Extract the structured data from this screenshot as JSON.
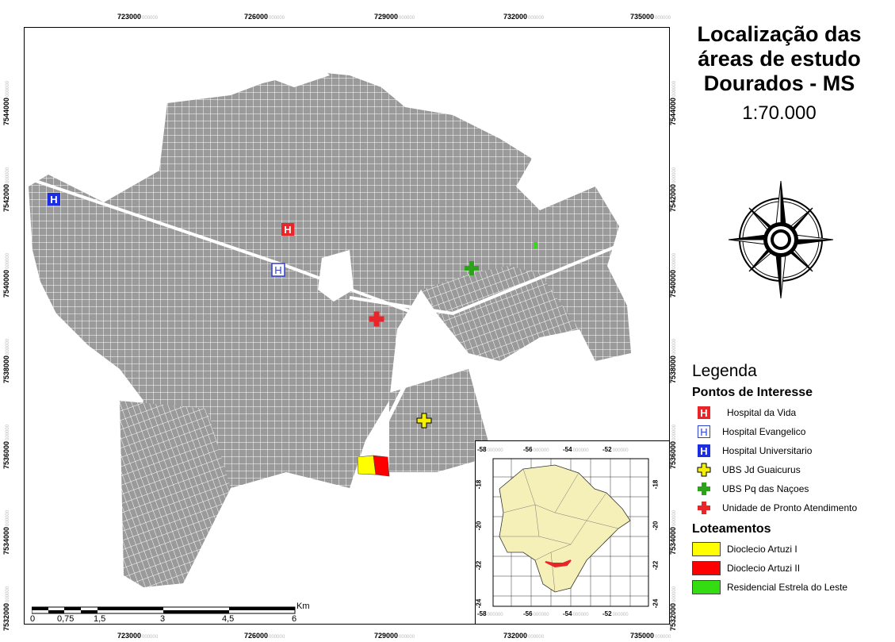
{
  "map": {
    "top_ticks": [
      "723000",
      "726000",
      "729000",
      "732000",
      "735000"
    ],
    "bottom_ticks": [
      "723000",
      "726000",
      "729000",
      "732000",
      "735000"
    ],
    "left_ticks": [
      "7544000",
      "7542000",
      "7540000",
      "7538000",
      "7536000",
      "7534000",
      "7532000"
    ],
    "right_ticks": [
      "7544000",
      "7542000",
      "7540000",
      "7538000",
      "7536000",
      "7534000",
      "7532000"
    ],
    "tick_suffix": "000000"
  },
  "title": {
    "line1": "Localização das",
    "line2": "áreas de estudo",
    "line3": "Dourados - MS",
    "scale": "1:70.000"
  },
  "legend": {
    "title": "Legenda",
    "points_header": "Pontos de Interesse",
    "points": [
      {
        "label": "Hospital da Vida",
        "icon": "hospital-icon",
        "color": "#e8262a"
      },
      {
        "label": "Hospital Evangelico",
        "icon": "hospital-outline-icon",
        "color": "#2d3fd1"
      },
      {
        "label": "Hospital Universitario",
        "icon": "hospital-icon",
        "color": "#1c2ee0"
      },
      {
        "label": "UBS Jd Guaicurus",
        "icon": "cross-icon",
        "color": "#f5f000"
      },
      {
        "label": "UBS Pq das Naçoes",
        "icon": "cross-icon",
        "color": "#2ea21c"
      },
      {
        "label": "Unidade de Pronto Atendimento",
        "icon": "cross-icon",
        "color": "#e8262a"
      }
    ],
    "lots_header": "Loteamentos",
    "lots": [
      {
        "label": "Dioclecio Artuzi I",
        "color": "#ffff00"
      },
      {
        "label": "Dioclecio Artuzi II",
        "color": "#ff0000"
      },
      {
        "label": "Residencial Estrela do Leste",
        "color": "#33dd11"
      }
    ]
  },
  "scalebar": {
    "labels": [
      "0",
      "0,75",
      "1,5",
      "3",
      "4,5",
      "6"
    ],
    "unit": "Km"
  },
  "inset": {
    "top_ticks": [
      "-58",
      "-56",
      "-54",
      "-52"
    ],
    "bottom_ticks": [
      "-58",
      "-56",
      "-54",
      "-52"
    ],
    "left_ticks": [
      "-18",
      "-20",
      "-22",
      "-24"
    ],
    "right_ticks": [
      "-18",
      "-20",
      "-22",
      "-24"
    ],
    "tick_suffix": "000000"
  },
  "colors": {
    "urban": "#9a9a9a",
    "state": "#f5f0b8",
    "highlight": "#e8262a"
  }
}
